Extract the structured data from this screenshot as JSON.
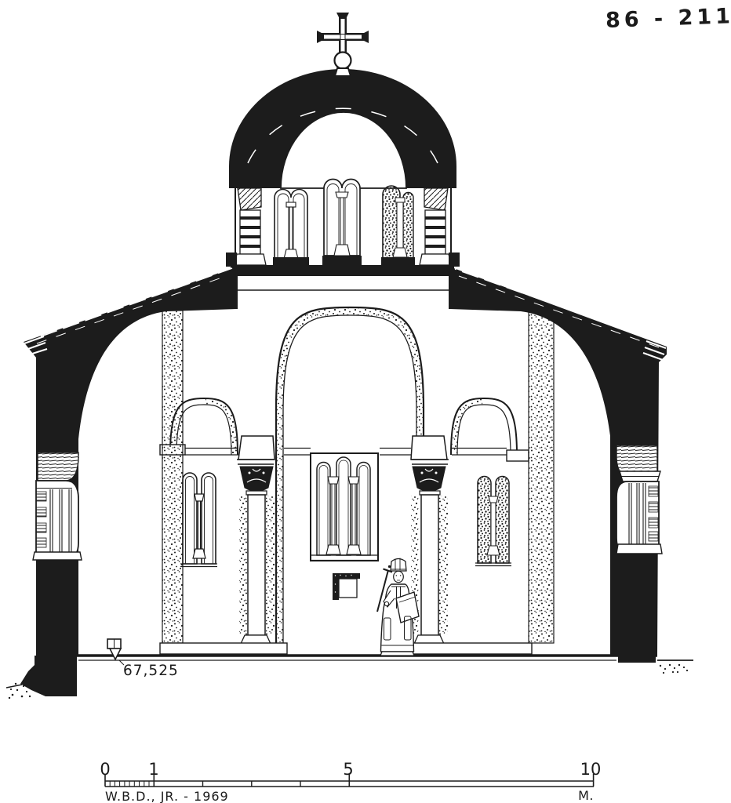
{
  "colors": {
    "ink": "#1c1c1c",
    "paper": "#ffffff"
  },
  "header": {
    "catalog_number": "86 - 211"
  },
  "section": {
    "type": "architectural-cross-section",
    "elevation_marker": {
      "value": "67,525"
    }
  },
  "scale_bar": {
    "tick_labels": [
      "0",
      "1",
      "5",
      "10"
    ],
    "unit": "M.",
    "credit": "W.B.D., JR. - 1969"
  }
}
